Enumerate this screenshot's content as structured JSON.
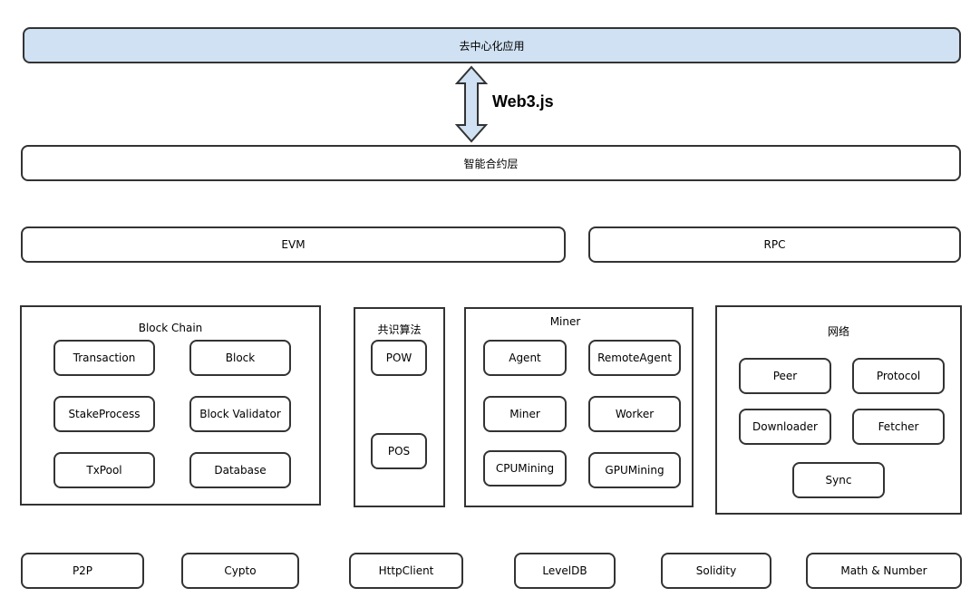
{
  "top_app": "去中心化应用",
  "connector": "Web3.js",
  "contract_layer": "智能合约层",
  "row2": {
    "evm": "EVM",
    "rpc": "RPC"
  },
  "block_chain": {
    "title": "Block Chain",
    "items": [
      "Transaction",
      "Block",
      "StakeProcess",
      "Block Validator",
      "TxPool",
      "Database"
    ]
  },
  "consensus": {
    "title": "共识算法",
    "items": [
      "POW",
      "POS"
    ]
  },
  "miner": {
    "title": "Miner",
    "items": [
      "Agent",
      "RemoteAgent",
      "Miner",
      "Worker",
      "CPUMining",
      "GPUMining"
    ]
  },
  "network": {
    "title": "网络",
    "items": [
      "Peer",
      "Protocol",
      "Downloader",
      "Fetcher",
      "Sync"
    ]
  },
  "bottom": [
    "P2P",
    "Cypto",
    "HttpClient",
    "LevelDB",
    "Solidity",
    "Math & Number"
  ],
  "colors": {
    "app_fill": "#cfe1f2",
    "border": "#333333"
  }
}
